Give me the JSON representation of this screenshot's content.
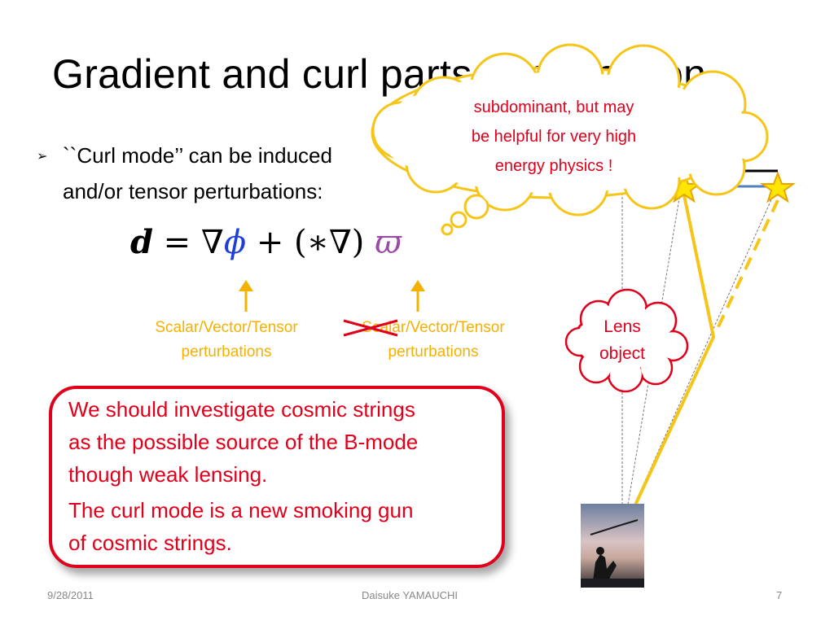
{
  "title": "Gradient and curl parts of deflection",
  "bullet": {
    "symbol": "➢",
    "line1": "``Curl mode’’ can be induced",
    "line2": "and/or tensor perturbations:"
  },
  "equation": {
    "d": "d",
    "eq": " = ∇",
    "phi": "ϕ",
    "plus": " + (∗∇) ",
    "varpi": "ϖ"
  },
  "labels": {
    "left": [
      "Scalar/Vector/Tensor",
      "perturbations"
    ],
    "right": [
      "Scalar/Vector/Tensor",
      "perturbations"
    ]
  },
  "callout": {
    "lines": [
      "We should investigate cosmic strings",
      "as the possible source of the B-mode",
      "though weak lensing.",
      "The curl mode is a new smoking gun",
      "of cosmic strings."
    ]
  },
  "cloud": {
    "lines": [
      "subdominant, but may",
      "be helpful for very high",
      "energy physics !"
    ]
  },
  "lens": {
    "lines": [
      "Lens",
      "object"
    ]
  },
  "footer": {
    "date": "9/28/2011",
    "author": "Daisuke YAMAUCHI",
    "page": "7"
  },
  "colors": {
    "title": "#000000",
    "accent_red": "#e0001b",
    "label_yellow": "#f5b100",
    "phi_blue": "#1f3fd6",
    "varpi_purple": "#9b4aa8",
    "ray_gold": "#f5c518",
    "source_line_blue": "#4f81bd"
  },
  "icons": {
    "cloud": "thought-cloud",
    "star": "star-icon",
    "observer": "observer-photo"
  }
}
